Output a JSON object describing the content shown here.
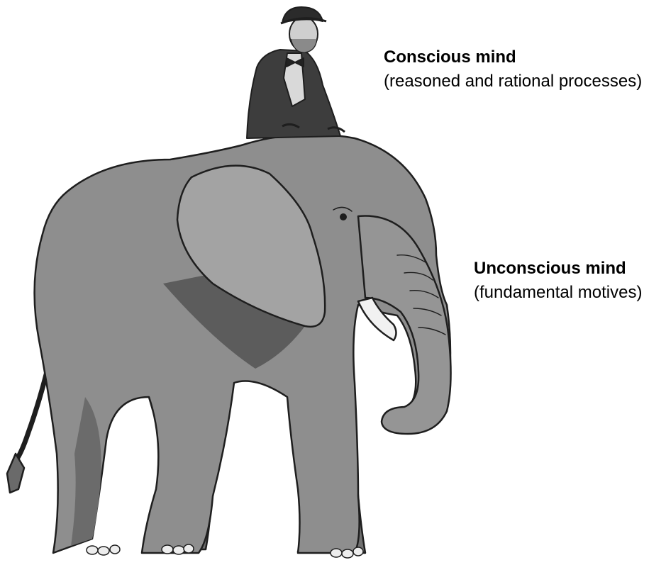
{
  "labels": {
    "conscious": {
      "title": "Conscious mind",
      "subtitle": "(reasoned and rational processes)"
    },
    "unconscious": {
      "title": "Unconscious mind",
      "subtitle": "(fundamental motives)"
    }
  },
  "colors": {
    "elephant_body": "#8e8e8e",
    "elephant_shadow": "#5c5c5c",
    "elephant_light": "#a3a3a3",
    "outline": "#1e1e1e",
    "tusk": "#f1f1f1",
    "rider_suit": "#3d3d3d",
    "rider_skin": "#cfcfcf",
    "background": "#ffffff"
  }
}
